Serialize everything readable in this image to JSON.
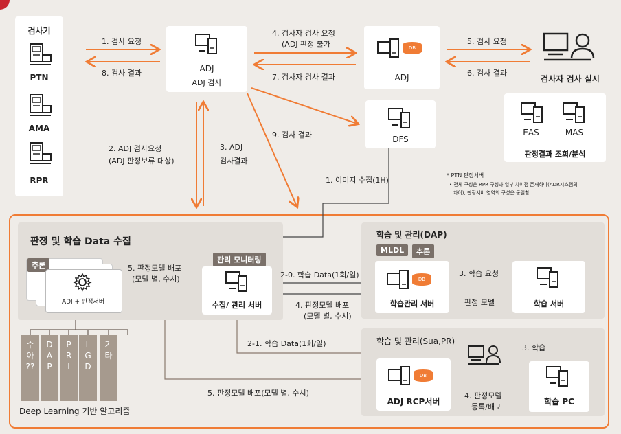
{
  "inspection_panel": {
    "title": "검사기",
    "machines": [
      "PTN",
      "AMA",
      "RPR"
    ]
  },
  "adj_inspect": {
    "title": "ADJ",
    "subtitle": "ADJ 검사"
  },
  "adj_db": {
    "title": "ADJ"
  },
  "dfs": {
    "title": "DFS"
  },
  "inspector": {
    "label": "검사자 검사 실시"
  },
  "eas_mas": {
    "eas": "EAS",
    "mas": "MAS",
    "caption": "판정결과 조회/분석"
  },
  "arrows": {
    "a1": "1. 검사 요청",
    "a8": "8. 검사 결과",
    "a4_line1": "4. 검사자 검사 요청",
    "a4_line2": "(ADJ 판정 불가",
    "a7": "7. 검사자 검사 결과",
    "a5": "5. 검사 요청",
    "a6": "6. 검사 결과",
    "a9": "9. 검사 결과",
    "a2_line1": "2. ADJ 검사요청",
    "a2_line2": "(ADJ 판정보류 대상)",
    "a3_line1": "3. ADJ",
    "a3_line2": "검사결과",
    "img_collect": "1. 이미지 수집(1H)",
    "d20": "2-0. 학습 Data(1회/일)",
    "d21": "2-1. 학습 Data(1회/일)",
    "m4_line1": "4. 판정모델 배포",
    "m4_line2": "(모델 별, 수시)",
    "m5_line1": "5. 판정모델 배포",
    "m5_line2": "(모델 별, 수시)",
    "m5b": "5.  판정모델 배포(모델 별, 수시)",
    "learn_req": "3. 학습 요청",
    "judge_model": "판정 모델",
    "learn3": "3. 학습",
    "reg_line1": "4. 판정모델",
    "reg_line2": "등록/배포"
  },
  "note": {
    "title": "* PTN 판정서버",
    "line1": "• 전체 구성은 RPR 구성과 일부 차이점 존재하나(ADR시스템의",
    "line2": "차이), 판정서버 영역의 구성은 동일함"
  },
  "bottom": {
    "section_title": "판정 및 학습 Data 수집",
    "infer_tag": "추론",
    "adi_label": "ADI + 판정서버",
    "monitor_tag": "관리 모니터링",
    "collect_server": "수집/ 관리 서버",
    "algo_bars": [
      [
        "수",
        "아",
        "??"
      ],
      [
        "D",
        "A",
        "P"
      ],
      [
        "P",
        "R",
        "I"
      ],
      [
        "L",
        "G",
        "D"
      ],
      [
        "기",
        "타"
      ]
    ],
    "algo_caption": "Deep Learning 기반 알고리즘",
    "dap_title": "학습 및 관리(DAP)",
    "mldl_tag": "MLDL",
    "infer_tag2": "추론",
    "learn_mgmt_server": "학습관리 서버",
    "learn_server": "학습 서버",
    "sua_title": "학습 및 관리(Sua,PR)",
    "rcp_server": "ADJ RCP서버",
    "learn_pc": "학습 PC",
    "db_badge": "DB"
  },
  "colors": {
    "accent": "#f07c35",
    "dark": "#222222",
    "tag": "#7a7069",
    "bar": "#a69a8e"
  }
}
